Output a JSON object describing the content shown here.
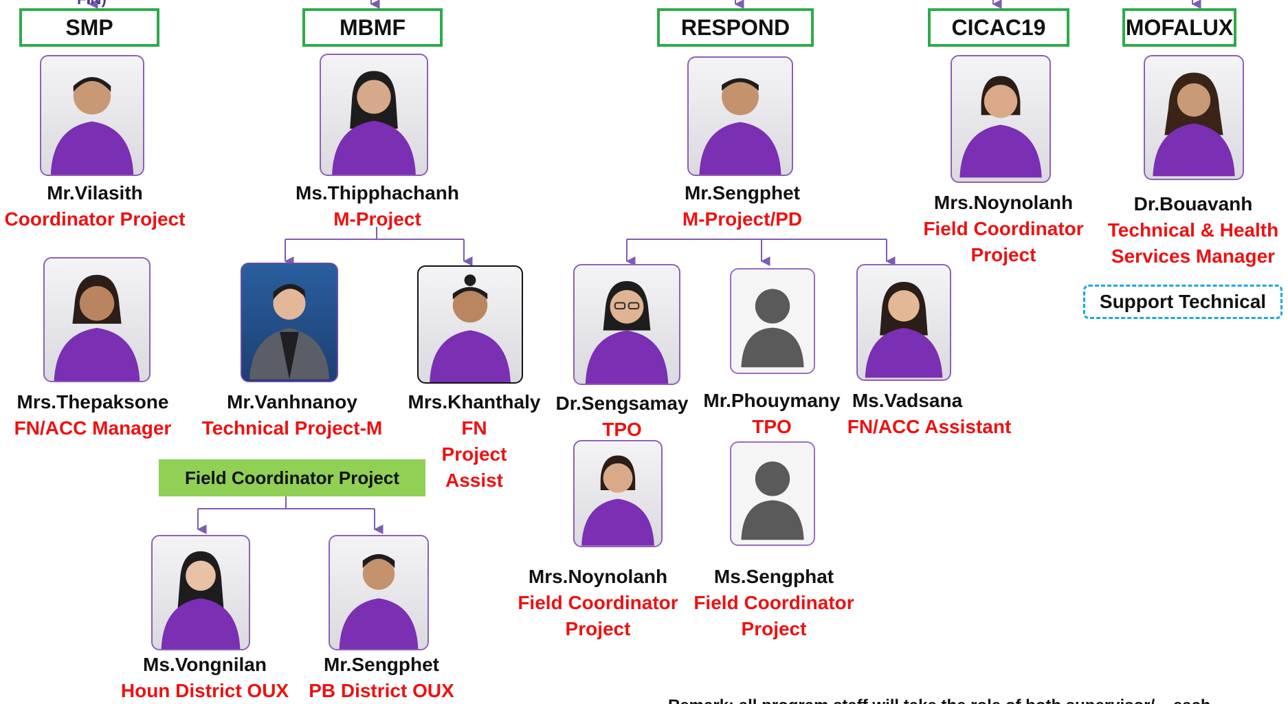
{
  "top_label": "FIN)",
  "projects": {
    "smp": "SMP",
    "mbmf": "MBMF",
    "respond": "RESPOND",
    "cicac19": "CICAC19",
    "mofalux": "MOFALUX"
  },
  "staff": {
    "vilasith": {
      "name": "Mr.Vilasith",
      "role": "Coordinator Project"
    },
    "thipphachanh": {
      "name": "Ms.Thipphachanh",
      "role": "M-Project"
    },
    "sengphet_pd": {
      "name": "Mr.Sengphet",
      "role": "M-Project/PD"
    },
    "noynolanh_cicac": {
      "name": "Mrs.Noynolanh",
      "role": "Field Coordinator Project"
    },
    "bouavanh": {
      "name": "Dr.Bouavanh",
      "role": "Technical & Health Services Manager"
    },
    "thepaksone": {
      "name": "Mrs.Thepaksone",
      "role": "FN/ACC Manager"
    },
    "vanhnanoy": {
      "name": "Mr.Vanhnanoy",
      "role": "Technical Project-M"
    },
    "khanthaly": {
      "name": "Mrs.Khanthaly",
      "role": "FN Project Assist"
    },
    "sengsamay": {
      "name": "Dr.Sengsamay",
      "role": "TPO"
    },
    "phouymany": {
      "name": "Mr.Phouymany",
      "role": "TPO"
    },
    "vadsana": {
      "name": "Ms.Vadsana",
      "role": "FN/ACC Assistant"
    },
    "noynolanh_respond": {
      "name": "Mrs.Noynolanh",
      "role": "Field Coordinator Project"
    },
    "sengphat": {
      "name": "Ms.Sengphat",
      "role": "Field Coordinator Project"
    },
    "vongnilan": {
      "name": "Ms.Vongnilan",
      "role": "Houn District OUX"
    },
    "sengphet_pb": {
      "name": "Mr.Sengphet",
      "role": "PB District OUX"
    }
  },
  "field_coordinator_box": "Field Coordinator Project",
  "support_box": "Support Technical",
  "footer_note": "Remark: all program staff will take the role of both supervisor/... each ...",
  "colors": {
    "project_border": "#2eaa4a",
    "connector": "#7b5cb3",
    "role_text": "#ee1111",
    "shirt": "#7b2fb3",
    "field_box": "#8fd055",
    "support_border": "#1aa6e8"
  }
}
